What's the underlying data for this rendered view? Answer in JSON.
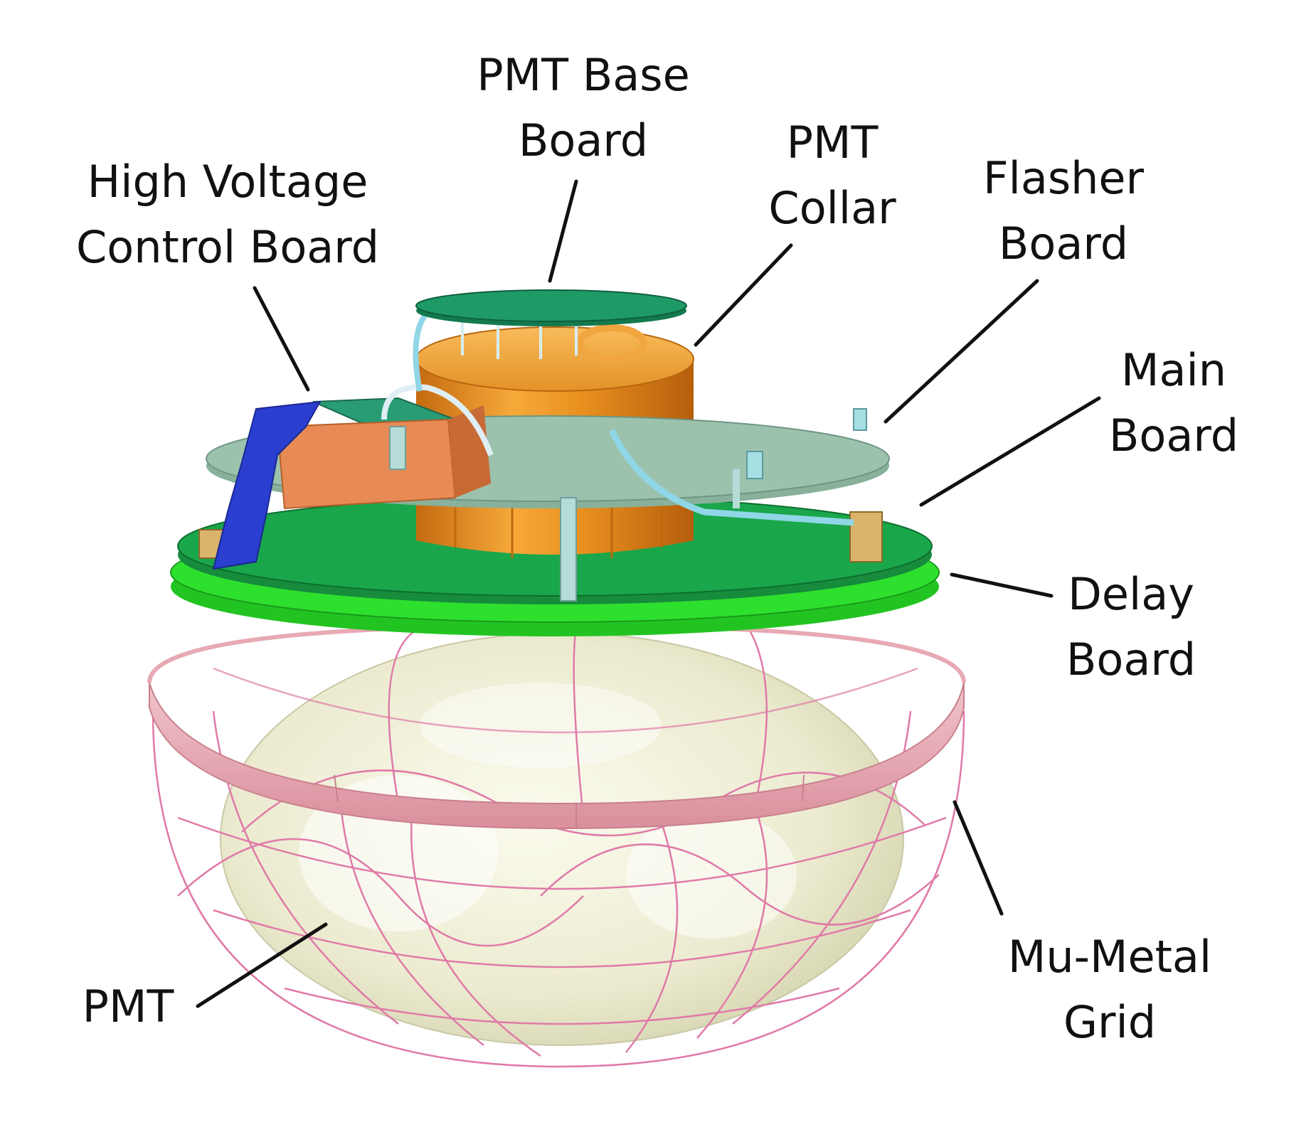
{
  "labels": {
    "pmt_base_board": {
      "line1": "PMT Base",
      "line2": "Board"
    },
    "pmt_collar": {
      "line1": "PMT",
      "line2": "Collar"
    },
    "hv_control_board": {
      "line1": "High Voltage",
      "line2": "Control Board"
    },
    "flasher_board": {
      "line1": "Flasher",
      "line2": "Board"
    },
    "main_board": {
      "line1": "Main",
      "line2": "Board"
    },
    "delay_board": {
      "line1": "Delay",
      "line2": "Board"
    },
    "mu_metal_grid": {
      "line1": "Mu-Metal",
      "line2": "Grid"
    },
    "pmt": {
      "line1": "PMT"
    }
  },
  "colors": {
    "pmt_glass": "#ecebd0",
    "mu_metal": "#e07aa8",
    "mu_metal_ring": "#e7a9b4",
    "delay_board": "#2ee02e",
    "main_board": "#1aa64a",
    "flasher_board": "#9cc2ae",
    "pmt_base_board": "#1e9a66",
    "pmt_collar": "#e08a1c",
    "hv_board": "#e88a55",
    "ribbon_cable": "#2a3fd0",
    "leader_line": "#111111"
  }
}
